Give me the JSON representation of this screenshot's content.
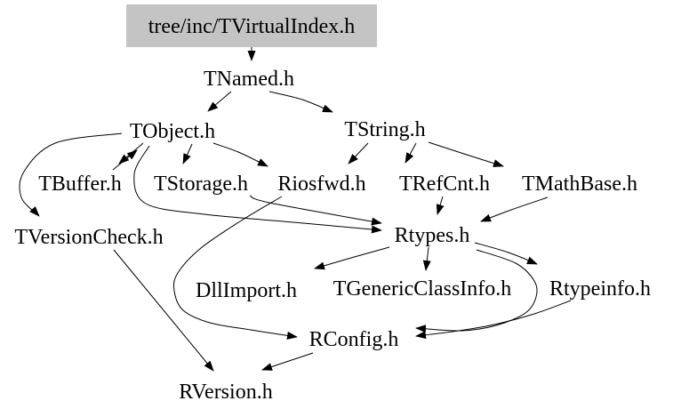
{
  "graph": {
    "title": "tree/inc/TVirtualIndex.h",
    "colors": {
      "background": "#ffffff",
      "node_text": "#000000",
      "edge": "#000000",
      "root_fill": "#c4c4c4"
    },
    "nodes": [
      {
        "id": "tree/inc/TVirtualIndex.h",
        "label": "tree/inc/TVirtualIndex.h",
        "root": true
      },
      {
        "id": "TNamed.h",
        "label": "TNamed.h"
      },
      {
        "id": "TObject.h",
        "label": "TObject.h"
      },
      {
        "id": "TString.h",
        "label": "TString.h"
      },
      {
        "id": "TBuffer.h",
        "label": "TBuffer.h"
      },
      {
        "id": "TStorage.h",
        "label": "TStorage.h"
      },
      {
        "id": "Riosfwd.h",
        "label": "Riosfwd.h"
      },
      {
        "id": "TRefCnt.h",
        "label": "TRefCnt.h"
      },
      {
        "id": "TMathBase.h",
        "label": "TMathBase.h"
      },
      {
        "id": "TVersionCheck.h",
        "label": "TVersionCheck.h"
      },
      {
        "id": "Rtypes.h",
        "label": "Rtypes.h"
      },
      {
        "id": "DllImport.h",
        "label": "DllImport.h"
      },
      {
        "id": "TGenericClassInfo.h",
        "label": "TGenericClassInfo.h"
      },
      {
        "id": "Rtypeinfo.h",
        "label": "Rtypeinfo.h"
      },
      {
        "id": "RConfig.h",
        "label": "RConfig.h"
      },
      {
        "id": "RVersion.h",
        "label": "RVersion.h"
      }
    ],
    "edges": [
      {
        "from": "tree/inc/TVirtualIndex.h",
        "to": "TNamed.h"
      },
      {
        "from": "TNamed.h",
        "to": "TObject.h"
      },
      {
        "from": "TNamed.h",
        "to": "TString.h"
      },
      {
        "from": "TObject.h",
        "to": "TBuffer.h"
      },
      {
        "from": "TBuffer.h",
        "to": "TObject.h"
      },
      {
        "from": "TObject.h",
        "to": "TStorage.h"
      },
      {
        "from": "TObject.h",
        "to": "Riosfwd.h"
      },
      {
        "from": "TObject.h",
        "to": "TVersionCheck.h"
      },
      {
        "from": "TObject.h",
        "to": "Rtypes.h"
      },
      {
        "from": "TStorage.h",
        "to": "Rtypes.h"
      },
      {
        "from": "Riosfwd.h",
        "to": "RConfig.h"
      },
      {
        "from": "TString.h",
        "to": "Riosfwd.h"
      },
      {
        "from": "TString.h",
        "to": "TRefCnt.h"
      },
      {
        "from": "TString.h",
        "to": "TMathBase.h"
      },
      {
        "from": "TRefCnt.h",
        "to": "Rtypes.h"
      },
      {
        "from": "TMathBase.h",
        "to": "Rtypes.h"
      },
      {
        "from": "Rtypes.h",
        "to": "DllImport.h"
      },
      {
        "from": "Rtypes.h",
        "to": "TGenericClassInfo.h"
      },
      {
        "from": "Rtypes.h",
        "to": "Rtypeinfo.h"
      },
      {
        "from": "Rtypes.h",
        "to": "RConfig.h"
      },
      {
        "from": "Rtypeinfo.h",
        "to": "RConfig.h"
      },
      {
        "from": "RConfig.h",
        "to": "RVersion.h"
      },
      {
        "from": "TVersionCheck.h",
        "to": "RVersion.h"
      }
    ]
  }
}
